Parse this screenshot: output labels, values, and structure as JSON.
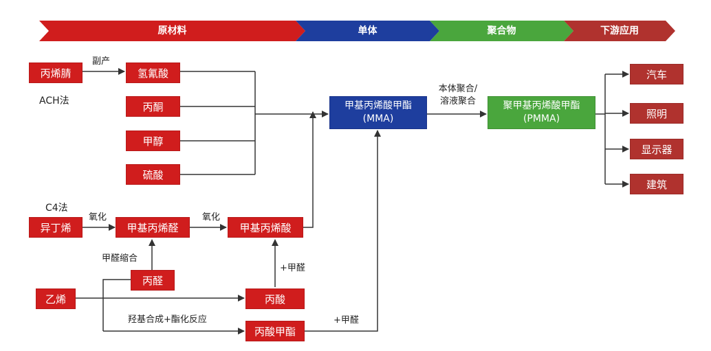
{
  "banner": {
    "raw_materials": "原材料",
    "monomer": "单体",
    "polymer": "聚合物",
    "downstream": "下游应用"
  },
  "nodes": {
    "acrylonitrile": "丙烯腈",
    "hcn": "氢氰酸",
    "acetone": "丙酮",
    "methanol": "甲醇",
    "sulfuric_acid": "硫酸",
    "isobutylene": "异丁烯",
    "methacrolein": "甲基丙烯醛",
    "methacrylic_acid": "甲基丙烯酸",
    "propanal": "丙醛",
    "ethylene": "乙烯",
    "propionic_acid": "丙酸",
    "methyl_propionate": "丙酸甲酯",
    "mma_line1": "甲基丙烯酸甲酯",
    "mma_line2": "(MMA)",
    "pmma_line1": "聚甲基丙烯酸甲酯",
    "pmma_line2": "(PMMA)"
  },
  "applications": [
    "汽车",
    "照明",
    "显示器",
    "建筑"
  ],
  "labels": {
    "byproduct": "副产",
    "ach_method": "ACH法",
    "c4_method": "C4法",
    "oxidation_1": "氧化",
    "oxidation_2": "氧化",
    "formaldehyde_condensation": "甲醛缩合",
    "plus_formaldehyde_1": "+甲醛",
    "plus_formaldehyde_2": "+甲醛",
    "hydroformylation_esterification": "羟基合成+酯化反应",
    "bulk_polymerization": "本体聚合/",
    "solution_polymerization": "溶液聚合"
  },
  "colors": {
    "raw_red": "#d01d1d",
    "monomer_blue": "#1e3e9e",
    "polymer_green": "#4aa63d",
    "downstream_dark_red": "#b0322e"
  }
}
